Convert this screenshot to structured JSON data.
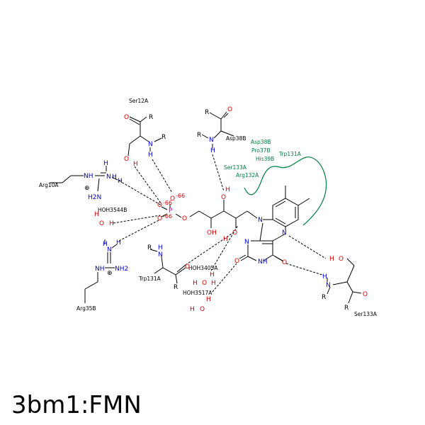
{
  "title": "3bm1:FMN",
  "residues": {
    "ser12a": "Ser12A",
    "asp38b": "Asp38B",
    "arg10a": "Arg10A",
    "arg35b": "Arg35B",
    "trp131a": "Trp131A",
    "ser133a": "Ser133A"
  },
  "waters": {
    "w1": "HOH3544B",
    "w2": "HOH3405A",
    "w3": "HOH3517A"
  },
  "hydrophobic": [
    "Asp38B",
    "Pro37B",
    "His39B",
    "Trp131A",
    "Ser133A",
    "Arg132A"
  ],
  "charges": {
    "p1": "-66",
    "p2": "-66",
    "p3": "-66"
  },
  "atoms": {
    "O": "O",
    "N": "N",
    "H": "H",
    "R": "R",
    "P": "P",
    "OH": "OH",
    "NH": "NH",
    "H2N": "H2N",
    "NH2": "NH2",
    "plus": "⊕"
  },
  "colors": {
    "nitrogen": "#0000cc",
    "oxygen": "#dd0000",
    "phosphorus": "#cc00cc",
    "hydrophobic": "#008040"
  }
}
